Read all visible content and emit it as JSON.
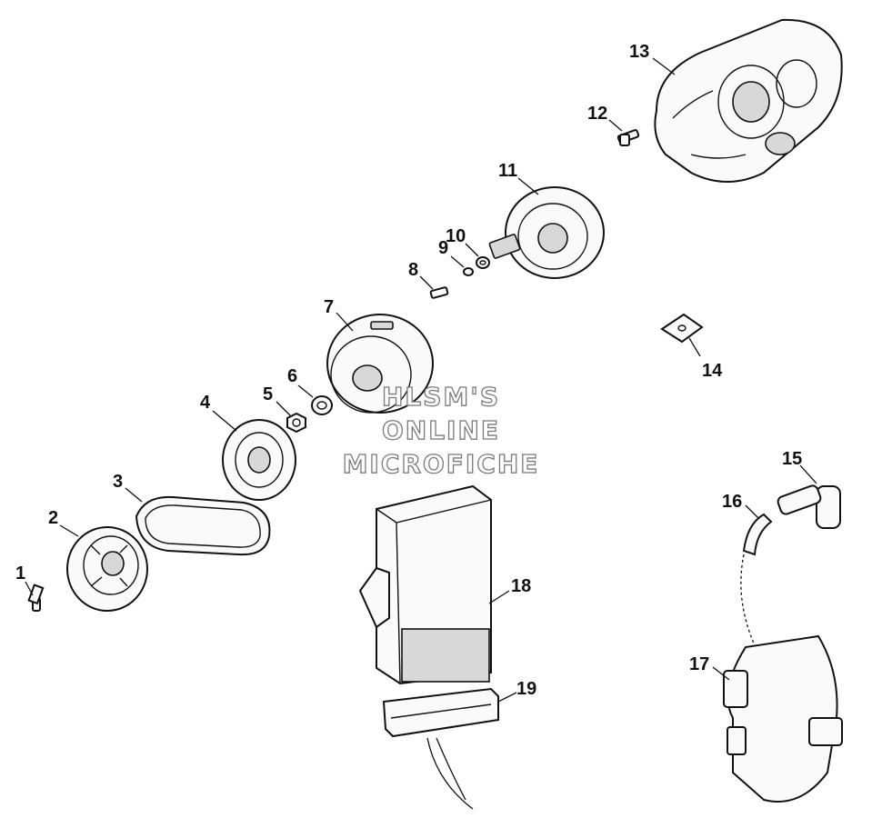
{
  "callouts": [
    {
      "id": "1",
      "label": "1"
    },
    {
      "id": "2",
      "label": "2"
    },
    {
      "id": "3",
      "label": "3"
    },
    {
      "id": "4",
      "label": "4"
    },
    {
      "id": "5",
      "label": "5"
    },
    {
      "id": "6",
      "label": "6"
    },
    {
      "id": "7",
      "label": "7"
    },
    {
      "id": "8",
      "label": "8"
    },
    {
      "id": "9",
      "label": "9"
    },
    {
      "id": "10",
      "label": "10"
    },
    {
      "id": "11",
      "label": "11"
    },
    {
      "id": "12",
      "label": "12"
    },
    {
      "id": "13",
      "label": "13"
    },
    {
      "id": "14",
      "label": "14"
    },
    {
      "id": "15",
      "label": "15"
    },
    {
      "id": "16",
      "label": "16"
    },
    {
      "id": "17",
      "label": "17"
    },
    {
      "id": "18",
      "label": "18"
    },
    {
      "id": "19",
      "label": "19"
    }
  ],
  "watermark": {
    "line1": "HLSM'S",
    "line2": "ONLINE",
    "line3": "MICROFICHE"
  }
}
